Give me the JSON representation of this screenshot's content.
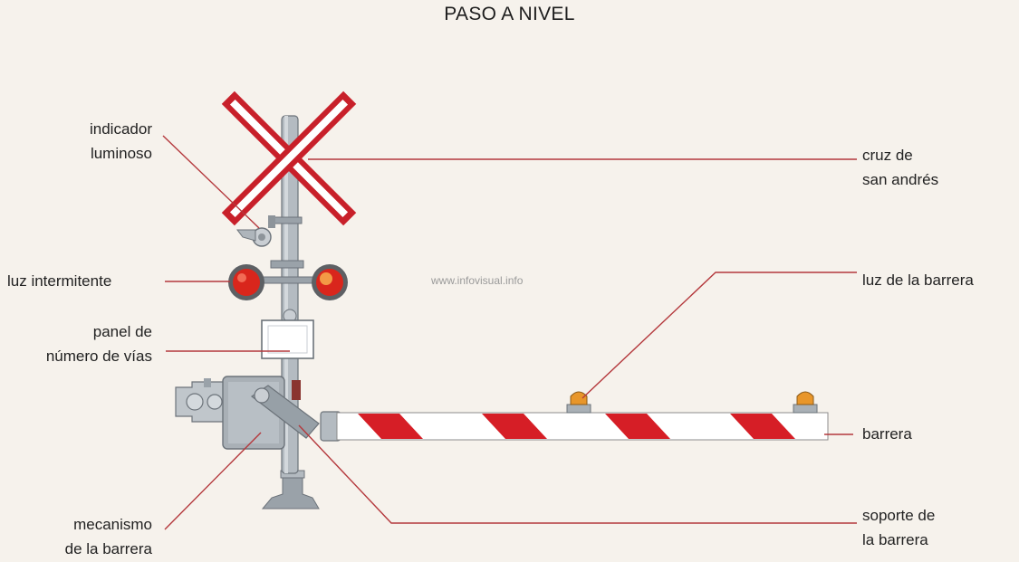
{
  "title": "PASO A NIVEL",
  "watermark": "www.infovisual.info",
  "labels": {
    "indicador_luminoso": [
      "indicador",
      "luminoso"
    ],
    "luz_intermitente": "luz intermitente",
    "panel_numero_vias": [
      "panel de",
      "número de vías"
    ],
    "mecanismo_barrera": [
      "mecanismo",
      "de la barrera"
    ],
    "cruz_san_andres": [
      "cruz de",
      "san andrés"
    ],
    "luz_barrera": "luz de la barrera",
    "barrera": "barrera",
    "soporte_barrera": [
      "soporte de",
      "la barrera"
    ]
  },
  "colors": {
    "background": "#f6f2ec",
    "leader_line": "#b4383c",
    "signal_red": "#d9261c",
    "pole_gray": "#a9b0b6",
    "amber": "#e8962a"
  }
}
